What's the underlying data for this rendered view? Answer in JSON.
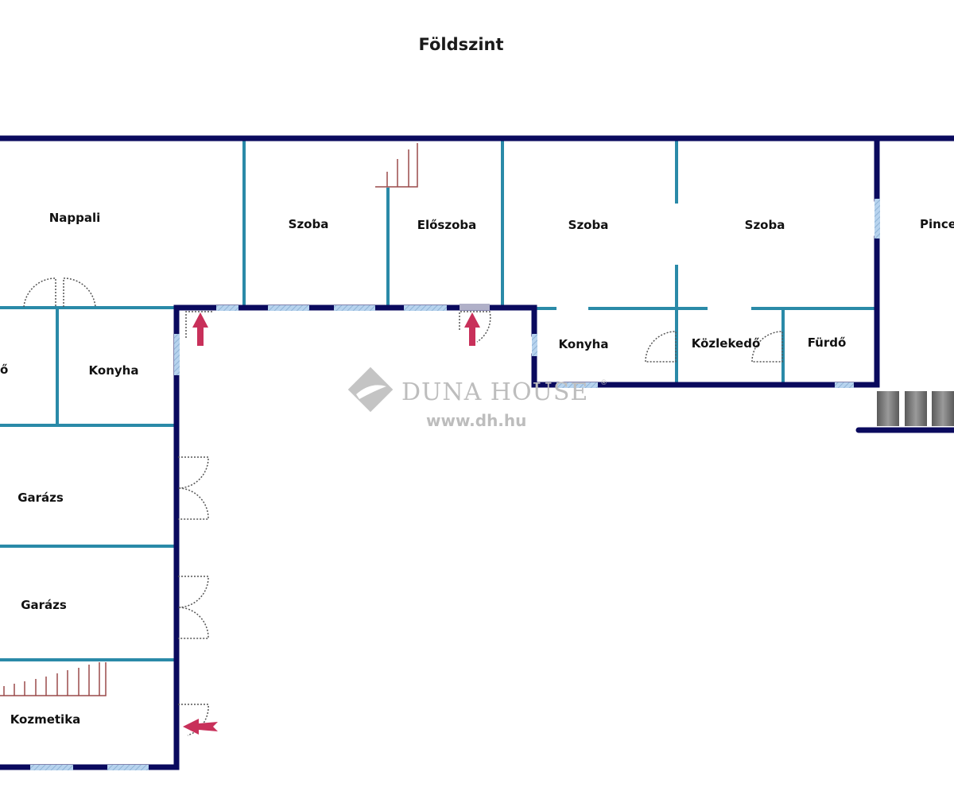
{
  "title": "Földszint",
  "rooms": {
    "nappali": "Nappali",
    "szoba1": "Szoba",
    "eloszoba": "Előszoba",
    "szoba2": "Szoba",
    "szoba3": "Szoba",
    "pince": "Pince",
    "konyha_right": "Konyha",
    "kozlekedo": "Közlekedő",
    "furdo": "Fürdő",
    "partial_left": "ő",
    "konyha_left": "Konyha",
    "garazs1": "Garázs",
    "garazs2": "Garázs",
    "kozmetika": "Kozmetika"
  },
  "watermark": {
    "brand": "DUNA HOUSE",
    "registered": "®",
    "url": "www.dh.hu"
  },
  "colors": {
    "outer_wall": "#0a0a5e",
    "inner_wall": "#2a8aa8",
    "window": "#a9c9e6",
    "arrow": "#c8305a",
    "stair": "#9a4a4a",
    "watermark": "#bdbdbd"
  }
}
